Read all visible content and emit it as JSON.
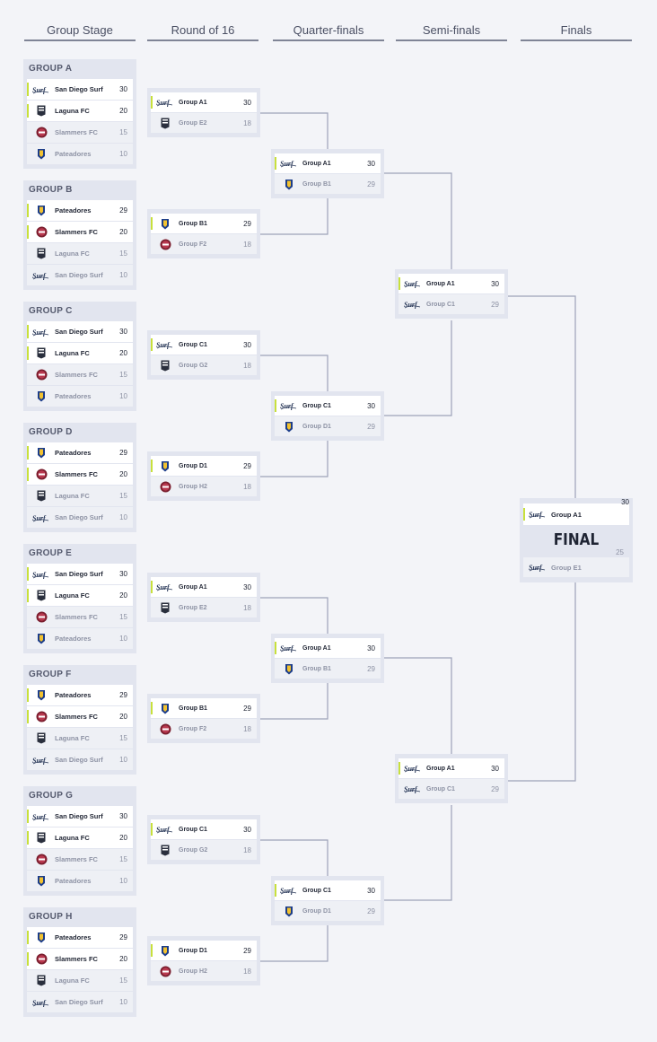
{
  "headers": [
    "Group Stage",
    "Round of 16",
    "Quarter-finals",
    "Semi-finals",
    "Finals"
  ],
  "groups": [
    {
      "title": "GROUP A",
      "teams": [
        {
          "name": "San Diego Surf",
          "score": "30",
          "logo": "surf"
        },
        {
          "name": "Laguna FC",
          "score": "20",
          "logo": "laguna"
        },
        {
          "name": "Slammers FC",
          "score": "15",
          "logo": "slammers"
        },
        {
          "name": "Pateadores",
          "score": "10",
          "logo": "pateadores"
        }
      ]
    },
    {
      "title": "GROUP B",
      "teams": [
        {
          "name": "Pateadores",
          "score": "29",
          "logo": "pateadores"
        },
        {
          "name": "Slammers FC",
          "score": "20",
          "logo": "slammers"
        },
        {
          "name": "Laguna FC",
          "score": "15",
          "logo": "laguna"
        },
        {
          "name": "San Diego Surf",
          "score": "10",
          "logo": "surf"
        }
      ]
    },
    {
      "title": "GROUP C",
      "teams": [
        {
          "name": "San Diego Surf",
          "score": "30",
          "logo": "surf"
        },
        {
          "name": "Laguna FC",
          "score": "20",
          "logo": "laguna"
        },
        {
          "name": "Slammers FC",
          "score": "15",
          "logo": "slammers"
        },
        {
          "name": "Pateadores",
          "score": "10",
          "logo": "pateadores"
        }
      ]
    },
    {
      "title": "GROUP D",
      "teams": [
        {
          "name": "Pateadores",
          "score": "29",
          "logo": "pateadores"
        },
        {
          "name": "Slammers FC",
          "score": "20",
          "logo": "slammers"
        },
        {
          "name": "Laguna FC",
          "score": "15",
          "logo": "laguna"
        },
        {
          "name": "San Diego Surf",
          "score": "10",
          "logo": "surf"
        }
      ]
    },
    {
      "title": "GROUP E",
      "teams": [
        {
          "name": "San Diego Surf",
          "score": "30",
          "logo": "surf"
        },
        {
          "name": "Laguna FC",
          "score": "20",
          "logo": "laguna"
        },
        {
          "name": "Slammers FC",
          "score": "15",
          "logo": "slammers"
        },
        {
          "name": "Pateadores",
          "score": "10",
          "logo": "pateadores"
        }
      ]
    },
    {
      "title": "GROUP F",
      "teams": [
        {
          "name": "Pateadores",
          "score": "29",
          "logo": "pateadores"
        },
        {
          "name": "Slammers FC",
          "score": "20",
          "logo": "slammers"
        },
        {
          "name": "Laguna FC",
          "score": "15",
          "logo": "laguna"
        },
        {
          "name": "San Diego Surf",
          "score": "10",
          "logo": "surf"
        }
      ]
    },
    {
      "title": "GROUP G",
      "teams": [
        {
          "name": "San Diego Surf",
          "score": "30",
          "logo": "surf"
        },
        {
          "name": "Laguna FC",
          "score": "20",
          "logo": "laguna"
        },
        {
          "name": "Slammers FC",
          "score": "15",
          "logo": "slammers"
        },
        {
          "name": "Pateadores",
          "score": "10",
          "logo": "pateadores"
        }
      ]
    },
    {
      "title": "GROUP H",
      "teams": [
        {
          "name": "Pateadores",
          "score": "29",
          "logo": "pateadores"
        },
        {
          "name": "Slammers FC",
          "score": "20",
          "logo": "slammers"
        },
        {
          "name": "Laguna FC",
          "score": "15",
          "logo": "laguna"
        },
        {
          "name": "San Diego Surf",
          "score": "10",
          "logo": "surf"
        }
      ]
    }
  ],
  "round16": [
    {
      "top": {
        "name": "Group A1",
        "score": "30",
        "logo": "surf"
      },
      "bot": {
        "name": "Group E2",
        "score": "18",
        "logo": "laguna"
      }
    },
    {
      "top": {
        "name": "Group B1",
        "score": "29",
        "logo": "pateadores"
      },
      "bot": {
        "name": "Group F2",
        "score": "18",
        "logo": "slammers"
      }
    },
    {
      "top": {
        "name": "Group C1",
        "score": "30",
        "logo": "surf"
      },
      "bot": {
        "name": "Group G2",
        "score": "18",
        "logo": "laguna"
      }
    },
    {
      "top": {
        "name": "Group D1",
        "score": "29",
        "logo": "pateadores"
      },
      "bot": {
        "name": "Group H2",
        "score": "18",
        "logo": "slammers"
      }
    },
    {
      "top": {
        "name": "Group A1",
        "score": "30",
        "logo": "surf"
      },
      "bot": {
        "name": "Group E2",
        "score": "18",
        "logo": "laguna"
      }
    },
    {
      "top": {
        "name": "Group B1",
        "score": "29",
        "logo": "pateadores"
      },
      "bot": {
        "name": "Group F2",
        "score": "18",
        "logo": "slammers"
      }
    },
    {
      "top": {
        "name": "Group C1",
        "score": "30",
        "logo": "surf"
      },
      "bot": {
        "name": "Group G2",
        "score": "18",
        "logo": "laguna"
      }
    },
    {
      "top": {
        "name": "Group D1",
        "score": "29",
        "logo": "pateadores"
      },
      "bot": {
        "name": "Group H2",
        "score": "18",
        "logo": "slammers"
      }
    }
  ],
  "quarters": [
    {
      "top": {
        "name": "Group A1",
        "score": "30",
        "logo": "surf"
      },
      "bot": {
        "name": "Group B1",
        "score": "29",
        "logo": "pateadores"
      }
    },
    {
      "top": {
        "name": "Group C1",
        "score": "30",
        "logo": "surf"
      },
      "bot": {
        "name": "Group D1",
        "score": "29",
        "logo": "pateadores"
      }
    },
    {
      "top": {
        "name": "Group A1",
        "score": "30",
        "logo": "surf"
      },
      "bot": {
        "name": "Group B1",
        "score": "29",
        "logo": "pateadores"
      }
    },
    {
      "top": {
        "name": "Group C1",
        "score": "30",
        "logo": "surf"
      },
      "bot": {
        "name": "Group D1",
        "score": "29",
        "logo": "pateadores"
      }
    }
  ],
  "semis": [
    {
      "top": {
        "name": "Group A1",
        "score": "30",
        "logo": "surf"
      },
      "bot": {
        "name": "Group C1",
        "score": "29",
        "logo": "surf"
      }
    },
    {
      "top": {
        "name": "Group A1",
        "score": "30",
        "logo": "surf"
      },
      "bot": {
        "name": "Group C1",
        "score": "29",
        "logo": "surf"
      }
    }
  ],
  "final": {
    "label": "FINAL",
    "top": {
      "name": "Group A1",
      "score": "30",
      "logo": "surf"
    },
    "bot": {
      "name": "Group E1",
      "score": "25",
      "logo": "surf"
    }
  },
  "colors": {
    "accent": "#c8e03c",
    "line": "#9da2b8",
    "panel": "#e2e5ef",
    "winner_row": "#ffffff",
    "loser_row": "#eef0f5"
  }
}
